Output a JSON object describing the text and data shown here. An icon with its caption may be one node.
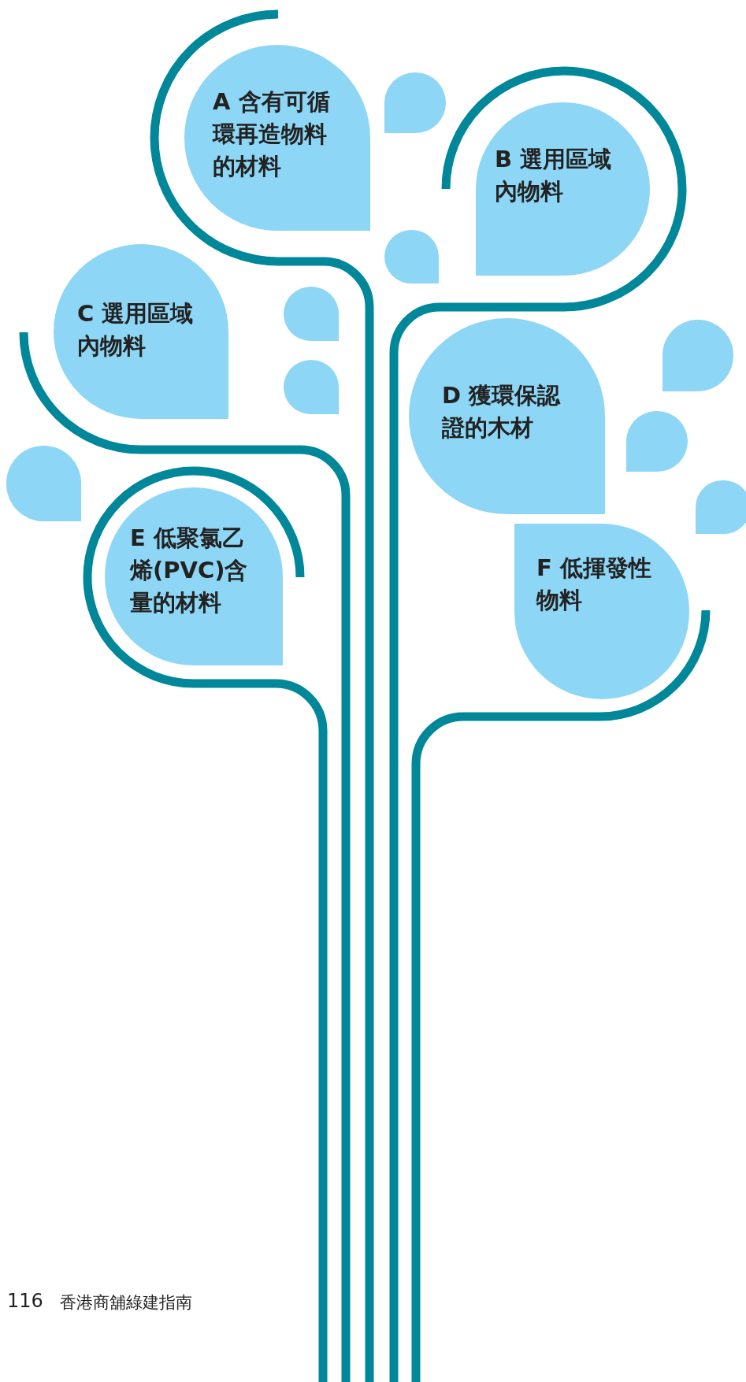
{
  "diagram": {
    "nodes": [
      {
        "text": [
          "A 含有可循環再造物料的材料"
        ]
      },
      {
        "text": [
          "B 選用區域內物料"
        ]
      },
      {
        "text": [
          "C 選用區域內物料"
        ]
      },
      {
        "text": [
          "D 獲環保認證的木材"
        ]
      },
      {
        "text": [
          "E 低聚氯乙烯(PVC)含量的材料"
        ]
      },
      {
        "text": [
          "F 低揮發性物料"
        ]
      },
      {
        "text": [],
        "shape": "drop"
      },
      {
        "text": [],
        "shape": "drop"
      },
      {
        "text": [],
        "shape": "drop"
      },
      {
        "text": [],
        "shape": "drop"
      },
      {
        "text": [],
        "shape": "drop"
      },
      {
        "text": [],
        "shape": "drop"
      },
      {
        "text": [],
        "shape": "drop"
      },
      {
        "text": [],
        "shape": "drop"
      }
    ],
    "edges": [],
    "labels": [
      "116",
      "香港商舖綠建指南"
    ]
  }
}
